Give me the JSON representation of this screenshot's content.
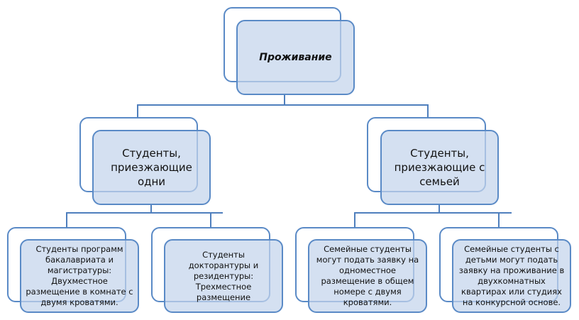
{
  "root": {
    "label": "Проживание"
  },
  "branches": [
    {
      "label": "Студенты, приезжающие одни",
      "children": [
        {
          "label": "Студенты программ бакалавриата и магистратуры: Двухместное размещение в комнате с двумя кроватями."
        },
        {
          "label": "Студенты докторантуры и резидентуры: Трехместное размещение"
        }
      ]
    },
    {
      "label": "Студенты, приезжающие с семьей",
      "children": [
        {
          "label": "Семейные студенты могут подать заявку на одноместное размещение в общем номере с двумя кроватями."
        },
        {
          "label": "Семейные студенты с детьми могут подать заявку на проживание в двухкомнатных квартирах или студиях на конкурсной основе."
        }
      ]
    }
  ],
  "colors": {
    "border": "#5a8ac6",
    "fill": "#c4d4ec",
    "connector": "#4f7fbd"
  }
}
